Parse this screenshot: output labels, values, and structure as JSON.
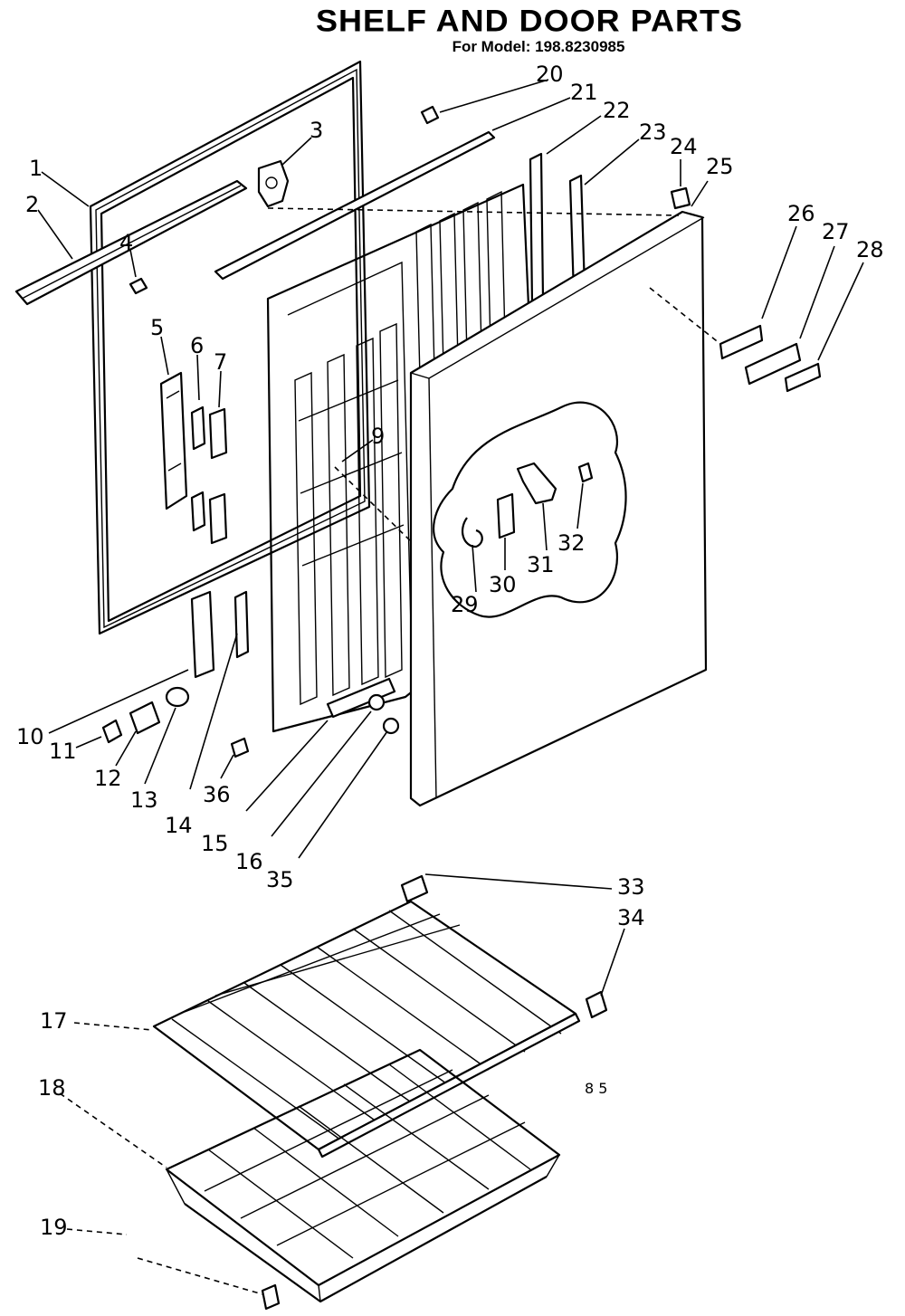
{
  "title": "SHELF AND DOOR PARTS",
  "subtitle": "For Model: 198.8230985",
  "diagram_code": "8 5",
  "callouts": [
    "1",
    "2",
    "3",
    "4",
    "5",
    "6",
    "7",
    "9",
    "10",
    "11",
    "12",
    "13",
    "14",
    "15",
    "16",
    "17",
    "18",
    "19",
    "20",
    "21",
    "22",
    "23",
    "24",
    "25",
    "26",
    "27",
    "28",
    "29",
    "30",
    "31",
    "32",
    "33",
    "34",
    "35",
    "36"
  ]
}
